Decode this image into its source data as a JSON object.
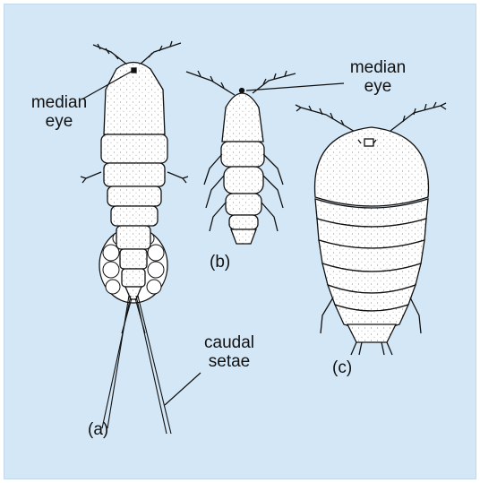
{
  "background_color": "#d4e7f6",
  "ink_color": "#111111",
  "labels": {
    "a_eye_line1": "median",
    "a_eye_line2": "eye",
    "b_eye_line1": "median",
    "b_eye_line2": "eye",
    "caudal_line1": "caudal",
    "caudal_line2": "setae",
    "a": "(a)",
    "b": "(b)",
    "c": "(c)"
  }
}
